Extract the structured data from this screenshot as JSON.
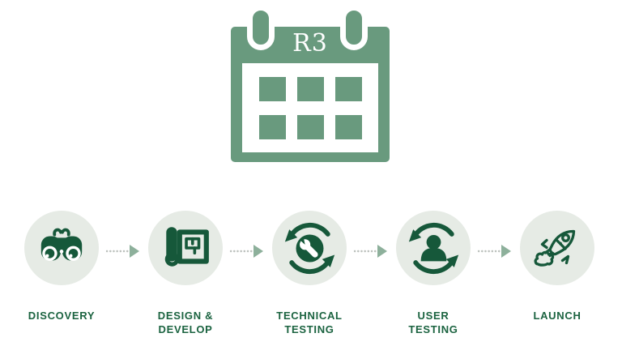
{
  "calendar": {
    "release_label": "R3"
  },
  "process": {
    "steps": [
      {
        "name": "Discovery",
        "icon": "binoculars-icon",
        "label_line1": "DISCOVERY",
        "label_line2": ""
      },
      {
        "name": "Design & Develop",
        "icon": "blueprint-icon",
        "label_line1": "DESIGN &",
        "label_line2": "DEVELOP"
      },
      {
        "name": "Technical Testing",
        "icon": "wrench-refresh-icon",
        "label_line1": "TECHNICAL",
        "label_line2": "TESTING"
      },
      {
        "name": "User Testing",
        "icon": "user-refresh-icon",
        "label_line1": "USER",
        "label_line2": "TESTING"
      },
      {
        "name": "Launch",
        "icon": "rocket-icon",
        "label_line1": "LAUNCH",
        "label_line2": ""
      }
    ],
    "connector_style": "dotted-arrow",
    "connector_count": 4
  },
  "colors": {
    "calendar_green": "#699A7E",
    "icon_dark_green": "#16583A",
    "label_green": "#1B6340",
    "circle_background": "#E6EBE5",
    "arrow_head": "#8DB09B",
    "arrow_dots": "#BDC2BE",
    "background": "#FFFFFF"
  }
}
